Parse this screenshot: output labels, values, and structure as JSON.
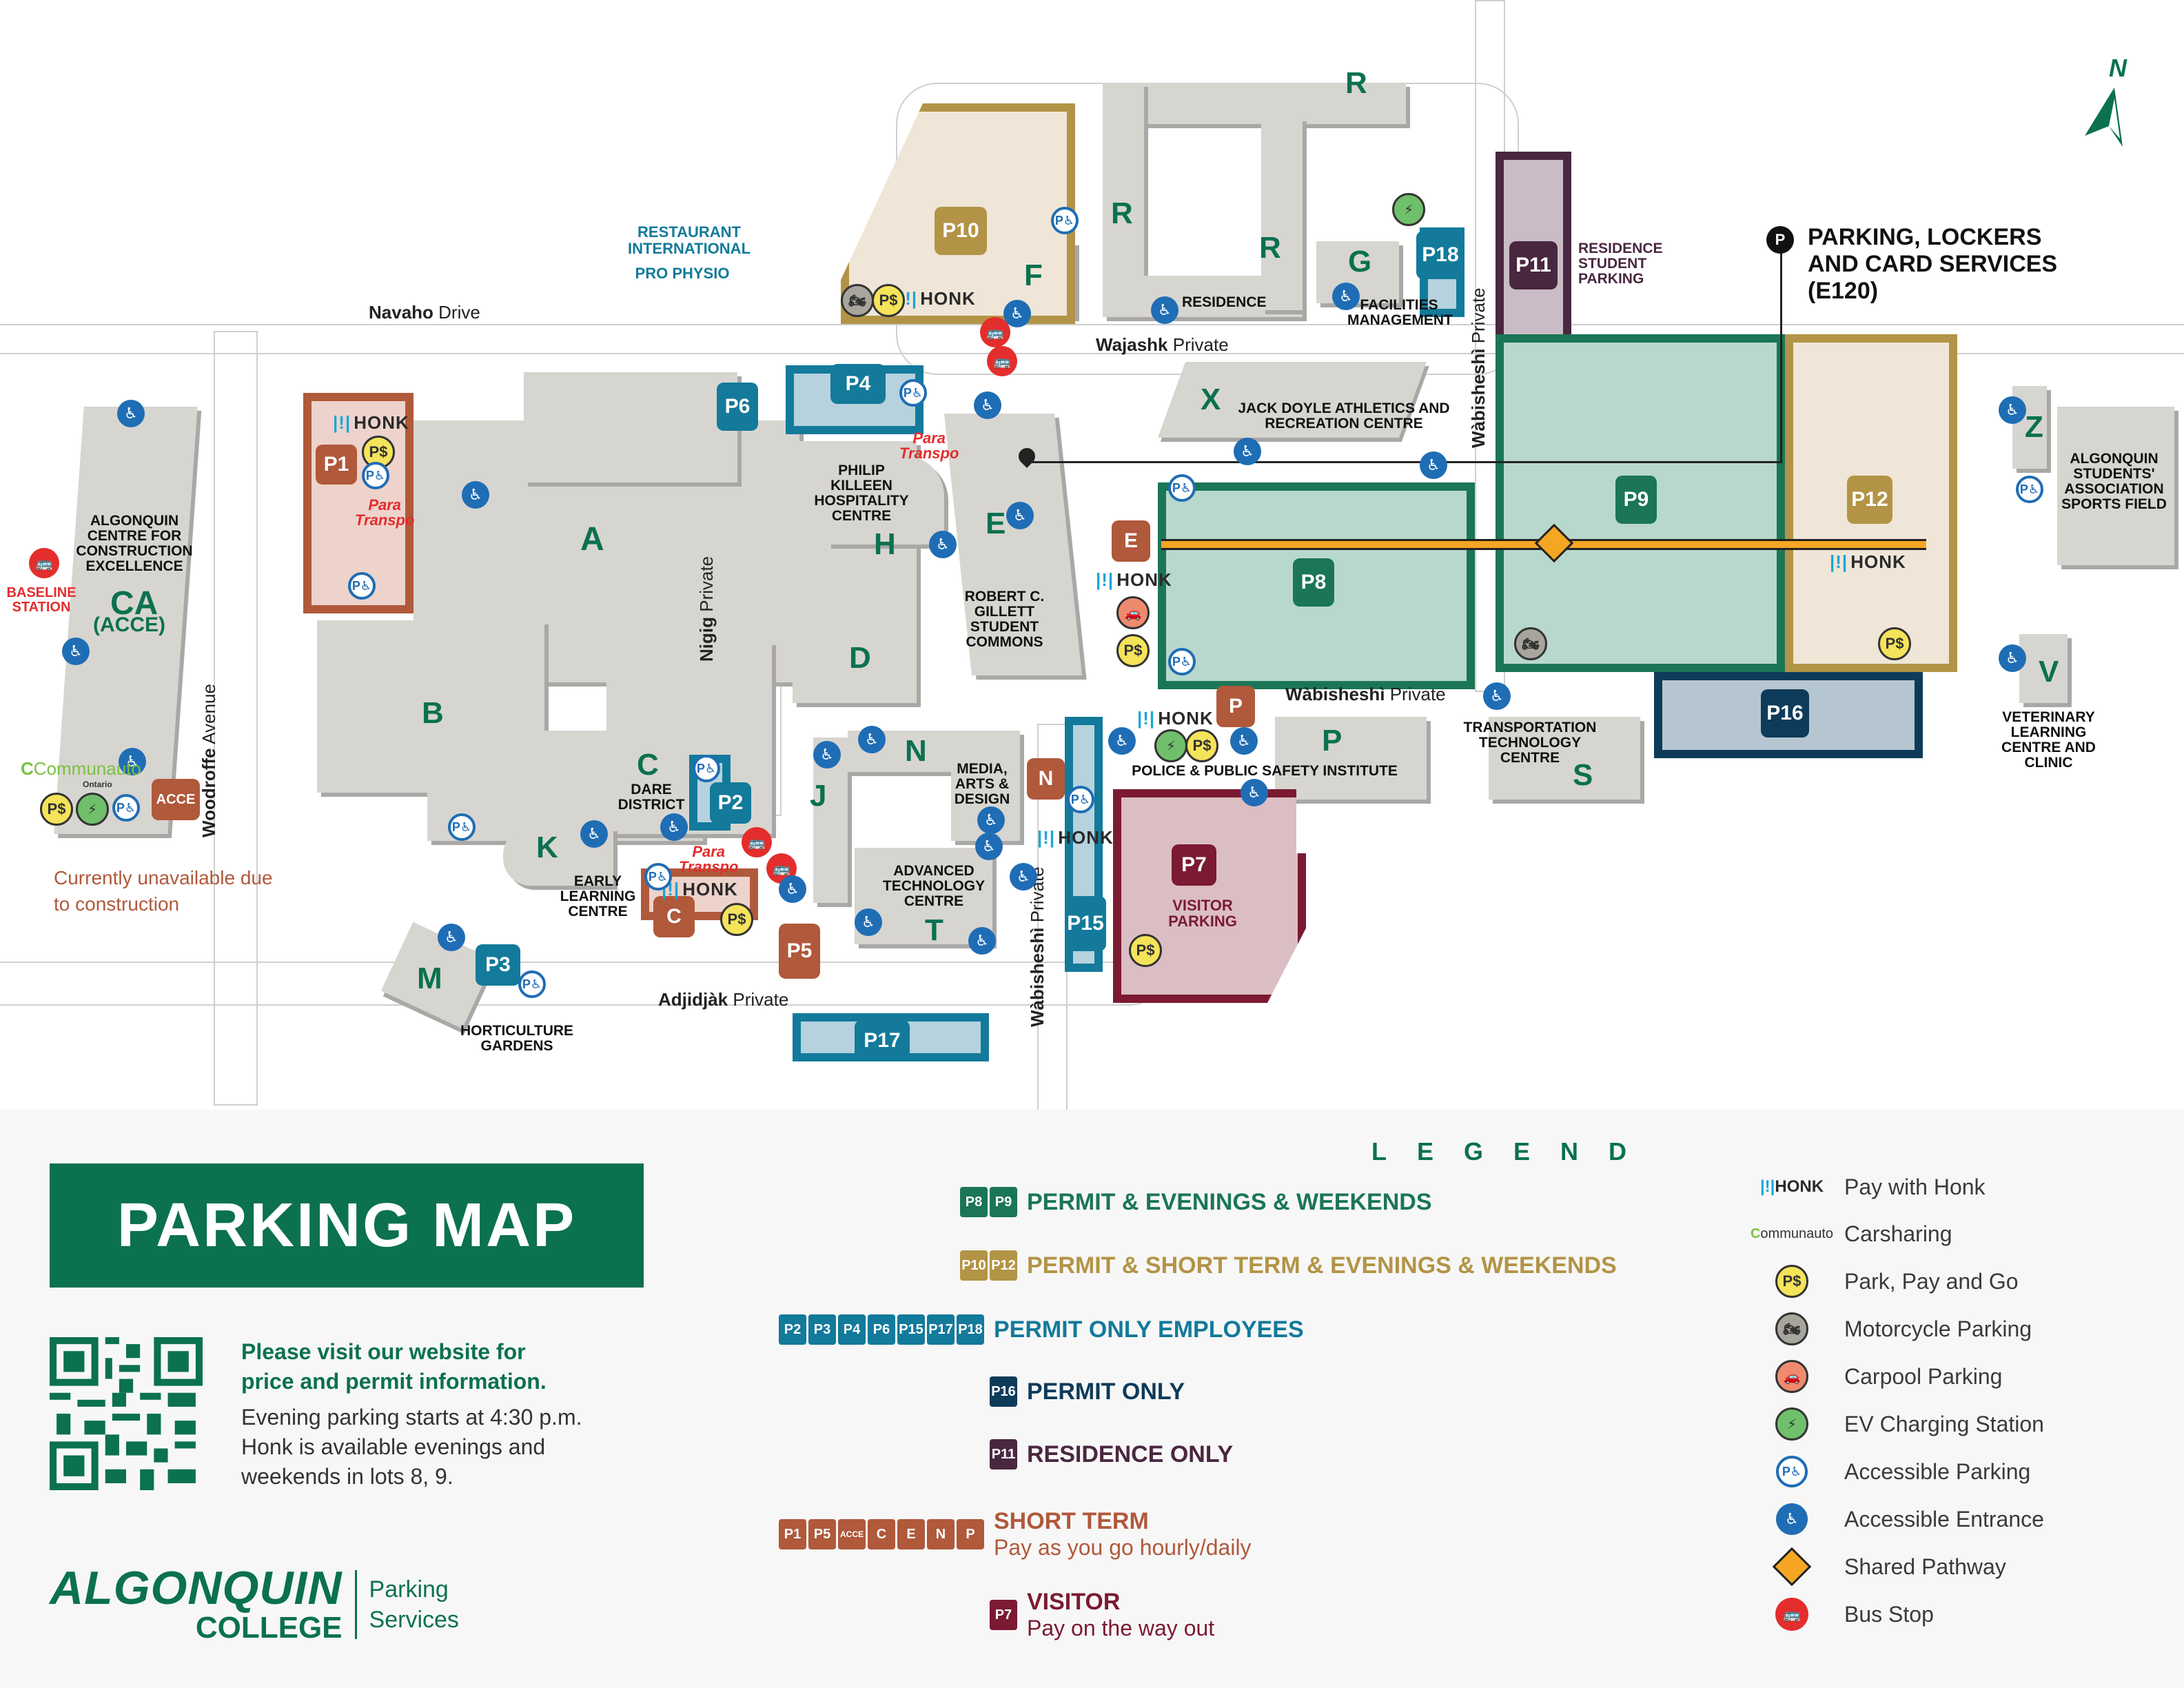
{
  "map": {
    "streets": [
      {
        "bold": "Navaho",
        "rest": " Drive"
      },
      {
        "bold": "Wajashk",
        "rest": " Private"
      },
      {
        "bold": "Wàbisheshì",
        "rest": " Private"
      },
      {
        "bold": "Nigig",
        "rest": " Private"
      },
      {
        "bold": "Adjidjàk",
        "rest": " Private"
      },
      {
        "bold": "Woodroffe",
        "rest": " Avenue"
      },
      {
        "bold": "Wàbisheshì",
        "rest": " Private"
      },
      {
        "bold": "Wàbisheshì",
        "rest": " Private"
      }
    ],
    "buildings": {
      "A": "A",
      "B": "B",
      "C": "C",
      "D": "D",
      "E": "E",
      "F": "F",
      "G": "G",
      "H": "H",
      "J": "J",
      "K": "K",
      "M": "M",
      "N": "N",
      "P": "P",
      "R": "R",
      "S": "S",
      "T": "T",
      "V": "V",
      "X": "X",
      "Z": "Z",
      "CA": "CA",
      "CA_sub": "(ACCE)"
    },
    "building_names": {
      "acce": "ALGONQUIN CENTRE FOR CONSTRUCTION EXCELLENCE",
      "baseline": "BASELINE STATION",
      "phil": "PHILIP KILLEEN HOSPITALITY CENTRE",
      "gillett": "ROBERT C. GILLETT STUDENT COMMONS",
      "residence": "RESIDENCE",
      "facilities": "FACILITIES MANAGEMENT",
      "residence_parking": "RESIDENCE STUDENT PARKING",
      "jack": "JACK DOYLE ATHLETICS AND RECREATION CENTRE",
      "sports": "ALGONQUIN STUDENTS' ASSOCIATION SPORTS FIELD",
      "vet": "VETERINARY LEARNING CENTRE AND CLINIC",
      "transport": "TRANSPORTATION TECHNOLOGY CENTRE",
      "police": "POLICE & PUBLIC SAFETY INSTITUTE",
      "media": "MEDIA, ARTS & DESIGN",
      "dare": "DARE DISTRICT",
      "early": "EARLY LEARNING CENTRE",
      "adv": "ADVANCED TECHNOLOGY CENTRE",
      "hort": "HORTICULTURE GARDENS",
      "visitor": "VISITOR PARKING",
      "restaurant": "RESTAURANT INTERNATIONAL",
      "physio": "PRO PHYSIO"
    },
    "lots": {
      "P1": "P1",
      "P2": "P2",
      "P3": "P3",
      "P4": "P4",
      "P5": "P5",
      "P6": "P6",
      "P7": "P7",
      "P8": "P8",
      "P9": "P9",
      "P10": "P10",
      "P11": "P11",
      "P12": "P12",
      "P15": "P15",
      "P16": "P16",
      "P17": "P17",
      "P18": "P18",
      "ACCE": "ACCE",
      "C": "C",
      "E": "E",
      "N": "N",
      "P": "P"
    },
    "honk_label": "HONK",
    "para_transpo": [
      "Para",
      "Transpo"
    ],
    "communauto": "Communauto",
    "communauto_sub": "Ontario",
    "unavailable_note": "Currently unavailable due to construction",
    "parking_services_callout": "PARKING, LOCKERS AND CARD SERVICES (E120)",
    "north": "N"
  },
  "panel": {
    "title": "PARKING MAP",
    "info_heading": [
      "Please visit our website for",
      "price and permit information."
    ],
    "info_body": [
      "Evening parking starts at 4:30 p.m.",
      "Honk is available evenings and",
      "weekends in lots 8, 9."
    ],
    "logo_main": "ALGONQUIN",
    "logo_sub": "COLLEGE",
    "logo_dept": [
      "Parking",
      "Services"
    ]
  },
  "legend": {
    "title": "LEGEND",
    "categories": [
      {
        "chips": [
          "P8",
          "P9"
        ],
        "label": "PERMIT & EVENINGS & WEEKENDS",
        "sub": "",
        "color": "#1b7655"
      },
      {
        "chips": [
          "P10",
          "P12"
        ],
        "label": "PERMIT & SHORT TERM & EVENINGS & WEEKENDS",
        "sub": "",
        "color": "#b39446"
      },
      {
        "chips": [
          "P2",
          "P3",
          "P4",
          "P6",
          "P15",
          "P17",
          "P18"
        ],
        "label": "PERMIT ONLY EMPLOYEES",
        "sub": "",
        "color": "#137a9b"
      },
      {
        "chips": [
          "P16"
        ],
        "label": "PERMIT ONLY",
        "sub": "",
        "color": "#0e3b5a"
      },
      {
        "chips": [
          "P11"
        ],
        "label": "RESIDENCE ONLY",
        "sub": "",
        "color": "#4a2740"
      },
      {
        "chips": [
          "P1",
          "P5",
          "ACCE",
          "C",
          "E",
          "N",
          "P"
        ],
        "label": "SHORT TERM",
        "sub": "Pay as you go hourly/daily",
        "color": "#b0593b"
      },
      {
        "chips": [
          "P7"
        ],
        "label": "VISITOR",
        "sub": "Pay on the way out",
        "color": "#7b1a32"
      }
    ],
    "symbols": [
      {
        "icon": "honk-logo",
        "label": "Pay with Honk"
      },
      {
        "icon": "communauto-logo",
        "label": "Carsharing"
      },
      {
        "icon": "park-pay-go-icon",
        "label": "Park, Pay and Go"
      },
      {
        "icon": "motorcycle-icon",
        "label": "Motorcycle Parking"
      },
      {
        "icon": "carpool-icon",
        "label": "Carpool Parking"
      },
      {
        "icon": "ev-charging-icon",
        "label": "EV Charging Station"
      },
      {
        "icon": "accessible-parking-icon",
        "label": "Accessible Parking"
      },
      {
        "icon": "accessible-entrance-icon",
        "label": "Accessible Entrance"
      },
      {
        "icon": "shared-pathway-icon",
        "label": "Shared Pathway"
      },
      {
        "icon": "bus-stop-icon",
        "label": "Bus Stop"
      }
    ]
  },
  "colors": {
    "brand_green": "#0b7150",
    "permit_evenings": "#1b7655",
    "permit_short": "#b39446",
    "employees": "#137a9b",
    "permit_only": "#0e3b5a",
    "residence": "#4a2740",
    "short_term": "#b0593b",
    "visitor": "#7b1a32",
    "bus": "#e42d2d",
    "accessible": "#1f6db5"
  }
}
